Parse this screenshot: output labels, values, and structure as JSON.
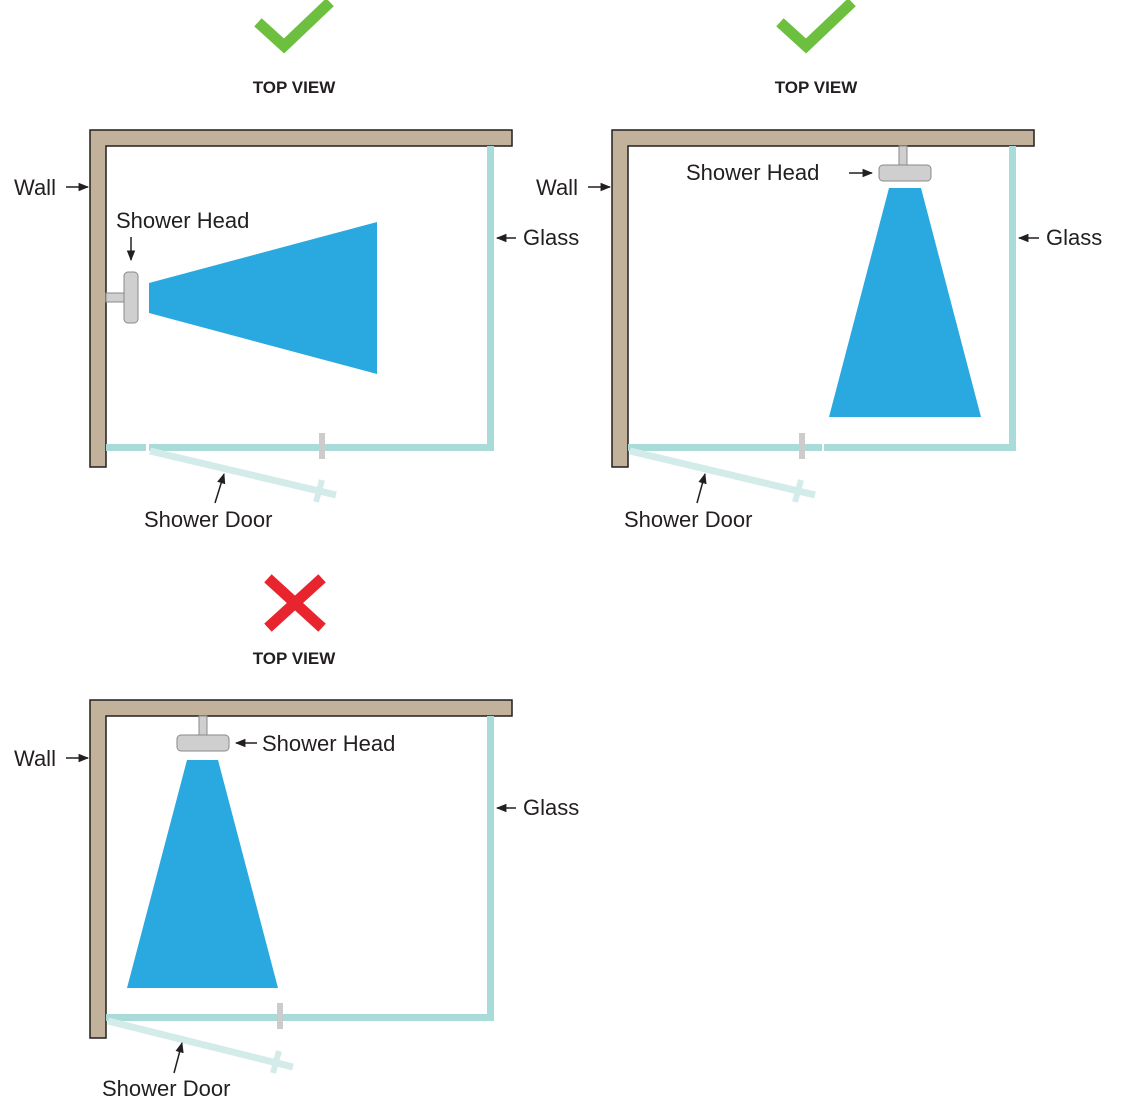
{
  "colors": {
    "wall": "#c2b29b",
    "wall_outline": "#231f20",
    "glass": "#a9dcd9",
    "glass_light": "#d3ecea",
    "spray": "#29a9e0",
    "shower_head": "#cfcfcf",
    "check": "#6cbf3f",
    "cross": "#e8242e",
    "handle": "#cccccc"
  },
  "panels": [
    {
      "id": "top-left",
      "status": "correct",
      "status_icon": "checkmark-icon",
      "title": "TOP VIEW",
      "labels": {
        "wall": "Wall",
        "glass": "Glass",
        "shower_head": "Shower Head",
        "shower_door": "Shower Door"
      }
    },
    {
      "id": "top-right",
      "status": "correct",
      "status_icon": "checkmark-icon",
      "title": "TOP VIEW",
      "labels": {
        "wall": "Wall",
        "glass": "Glass",
        "shower_head": "Shower Head",
        "shower_door": "Shower Door"
      }
    },
    {
      "id": "bottom-left",
      "status": "incorrect",
      "status_icon": "cross-icon",
      "title": "TOP VIEW",
      "labels": {
        "wall": "Wall",
        "glass": "Glass",
        "shower_head": "Shower Head",
        "shower_door": "Shower Door"
      }
    }
  ]
}
